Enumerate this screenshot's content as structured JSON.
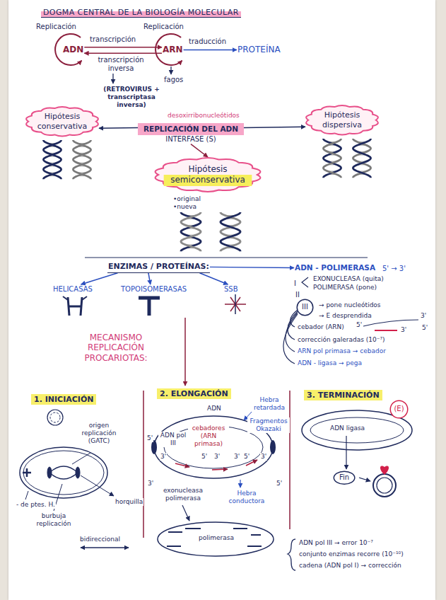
{
  "diagram": {
    "title": "DOGMA CENTRAL DE LA BIOLOGÍA MOLECULAR",
    "nodes": [
      {
        "text": [
          "ADN"
        ]
      },
      {
        "text": [
          "ARN"
        ]
      },
      {
        "text": [
          "PROTEÍNA"
        ]
      },
      {
        "text": [
          "Hipótesis conservativa"
        ]
      },
      {
        "text": [
          "REPLICACIÓN DEL ADN",
          "INTERFASE (S)"
        ]
      },
      {
        "text": [
          "Hipótesis dispersiva"
        ]
      },
      {
        "text": [
          "Hipótesis semiconservativa"
        ]
      },
      {
        "text": [
          "ENZIMAS / PROTEÍNAS:"
        ]
      },
      {
        "text": [
          "HELICASAS"
        ]
      },
      {
        "text": [
          "TOPOISOMERASAS"
        ]
      },
      {
        "text": [
          "SSB"
        ]
      },
      {
        "text": [
          "ADN - POLIMERASA"
        ]
      },
      {
        "text": [
          "III"
        ]
      },
      {
        "text": [
          "(E)"
        ]
      },
      {
        "text": [
          "Fin"
        ]
      }
    ],
    "edges": [
      {
        "from": 0,
        "to": 1,
        "label": "transcripción",
        "arrow": "to"
      },
      {
        "from": 1,
        "to": 0,
        "label": "transcripción inversa",
        "arrow": "to"
      },
      {
        "from": 1,
        "to": 2,
        "label": "traducción",
        "arrow": "to"
      },
      {
        "from": 4,
        "to": 3,
        "arrow": "to"
      },
      {
        "from": 4,
        "to": 5,
        "arrow": "to"
      },
      {
        "from": 4,
        "to": 6,
        "arrow": "to"
      },
      {
        "from": 7,
        "to": 8,
        "arrow": "to"
      },
      {
        "from": 7,
        "to": 9,
        "arrow": "to"
      },
      {
        "from": 7,
        "to": 10,
        "arrow": "to"
      },
      {
        "from": 7,
        "to": 11,
        "arrow": "to"
      }
    ],
    "labels": [
      "Replicación",
      "Replicación",
      "fagos",
      "(RETROVIRUS + transcriptasa inversa)",
      "desoxirribonucleótidos",
      "•original",
      "•nueva",
      "5' → 3'",
      "I",
      "EXONUCLEASA (quita)",
      "POLIMERASA (pone)",
      "II",
      "→ pone nucleótidos",
      "→ E desprendida",
      "cebador (ARN)",
      "5'",
      "3'",
      "3'",
      "5'",
      "corrección galeradas (10⁻⁷)",
      "ARN pol primasa → cebador",
      "ADN - ligasa → pega",
      "MECANISMO REPLICACIÓN PROCARIOTAS:",
      "1. INICIACIÓN",
      "2. ELONGACIÓN",
      "3. TERMINACIÓN",
      "origen replicación (GATC)",
      "- de ptes. H.",
      "horquilla",
      "burbuja replicación",
      "bidireccional",
      "ADN",
      "Hebra retardada",
      "Fragmentos Okazaki",
      "cebadores (ARN primasa)",
      "ADN pol III",
      "5'",
      "3'",
      "5'",
      "3'",
      "3'",
      "5'",
      "3'",
      "3'",
      "5'",
      "exonucleasa polimerasa",
      "Hebra conductora",
      "polimerasa",
      "ADN ligasa",
      "ADN pol III → error 10⁻⁷",
      "conjunto enzimas recorre (10⁻¹⁰)",
      "cadena (ADN pol I) → corrección"
    ]
  }
}
